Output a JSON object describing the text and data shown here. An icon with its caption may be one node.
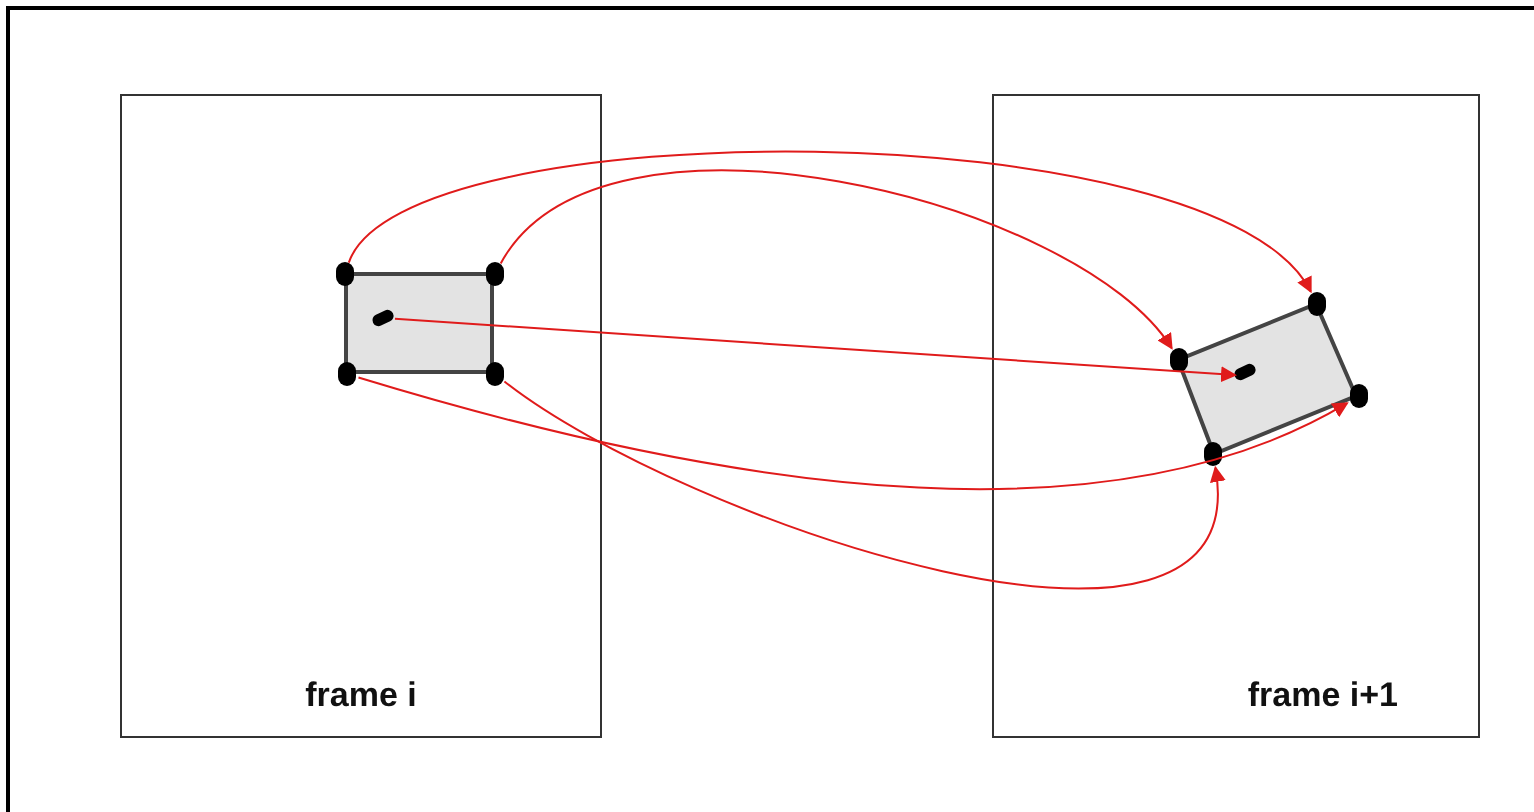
{
  "diagram": {
    "nodes": [
      {
        "text": [
          "frame i"
        ]
      },
      {
        "text": [
          "frame i+1"
        ]
      },
      {
        "text": [],
        "shape": "box",
        "in": 0
      },
      {
        "text": [],
        "shape": "circle",
        "in": 0
      },
      {
        "text": [],
        "shape": "circle",
        "in": 0
      },
      {
        "text": [],
        "shape": "circle",
        "in": 2
      },
      {
        "text": [],
        "shape": "circle",
        "in": 0
      },
      {
        "text": [],
        "shape": "circle",
        "in": 0
      },
      {
        "text": [],
        "shape": "box",
        "in": 1
      },
      {
        "text": [],
        "shape": "circle",
        "in": 1
      },
      {
        "text": [],
        "shape": "circle",
        "in": 1
      },
      {
        "text": [],
        "shape": "circle",
        "in": 8
      },
      {
        "text": [],
        "shape": "circle",
        "in": 1
      },
      {
        "text": [],
        "shape": "circle",
        "in": 1
      }
    ],
    "edges": [
      {
        "from": 3,
        "to": 9,
        "arrow": "to"
      },
      {
        "from": 4,
        "to": 10,
        "arrow": "to"
      },
      {
        "from": 5,
        "to": 11,
        "arrow": "to"
      },
      {
        "from": 6,
        "to": 12,
        "arrow": "to"
      },
      {
        "from": 7,
        "to": 13,
        "arrow": "to"
      }
    ]
  }
}
